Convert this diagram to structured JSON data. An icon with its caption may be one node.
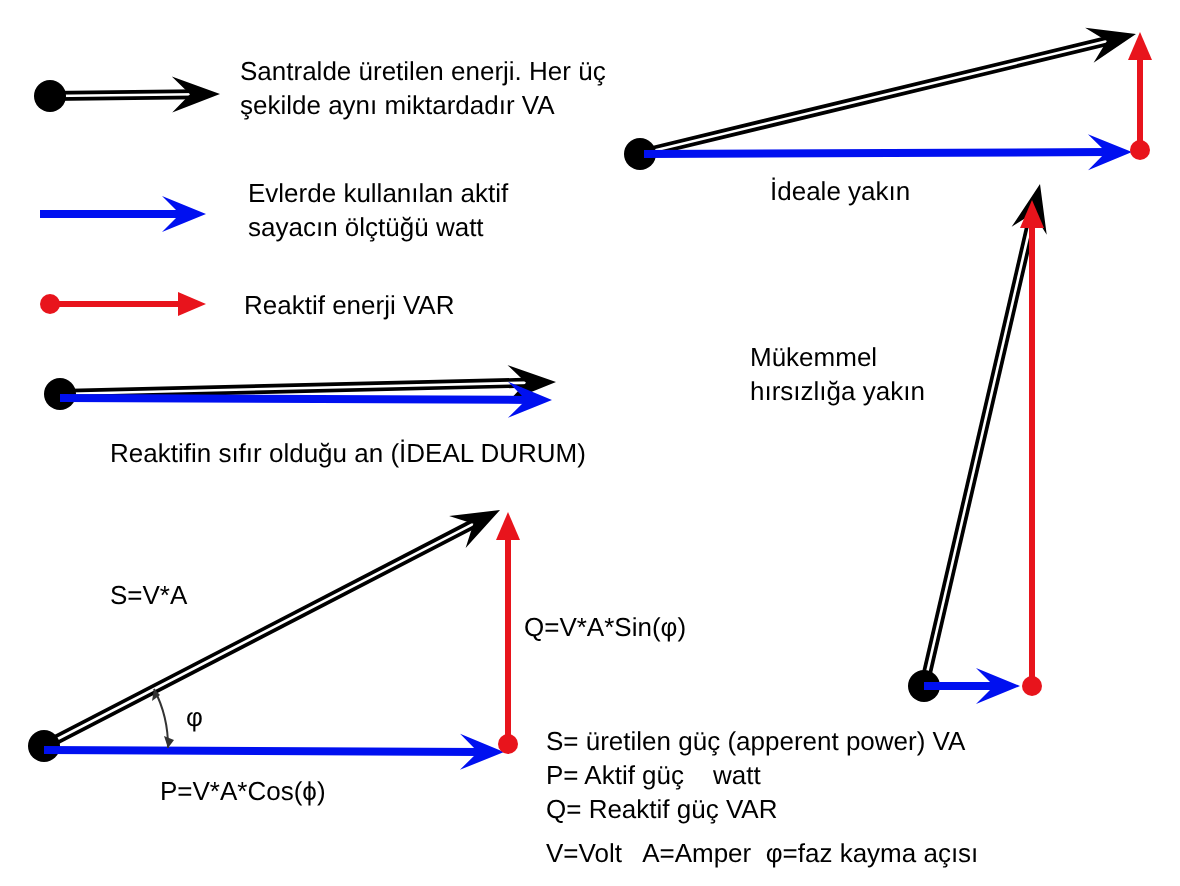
{
  "diagram": {
    "labels": [
      "İdeale yakın",
      "Mükemmel hırsızlığa yakın",
      "Reaktifin sıfır olduğu an (İDEAL DURUM)",
      "S=V*A",
      "Q=V*A*Sin(φ)",
      "φ",
      "S= üretilen güç (apperent power) VA",
      "P= Aktif güç    watt",
      "P=V*A*Cos(ϕ)",
      "Q= Reaktif güç VAR",
      "V=Volt   A=Amper  φ=faz kayma açısı"
    ],
    "legend": [
      {
        "text": "Santralde üretilen enerji. Her üç şekilde aynı miktardadır VA"
      },
      {
        "text": "Evlerde kullanılan aktif sayacın ölçtüğü watt"
      },
      {
        "text": "Reaktif enerji VAR"
      }
    ]
  }
}
